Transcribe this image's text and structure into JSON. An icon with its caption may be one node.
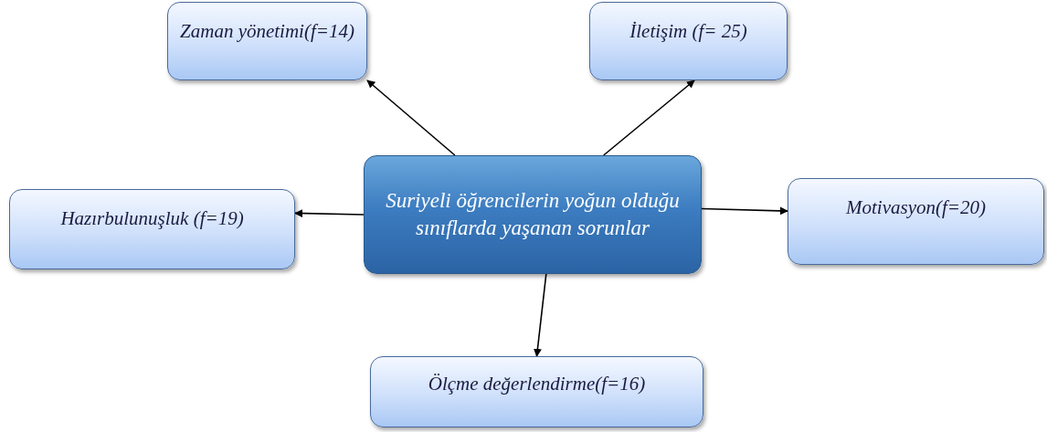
{
  "diagram": {
    "nodes": [
      {
        "text": [
          "Suriyeli öğrencilerin yoğun olduğu sınıflarda yaşanan sorunlar"
        ]
      },
      {
        "text": [
          "Zaman yönetimi(f=14)"
        ]
      },
      {
        "text": [
          "İletişim (f= 25)"
        ]
      },
      {
        "text": [
          "Hazırbulunuşluk (f=19)"
        ]
      },
      {
        "text": [
          "Motivasyon(f=20)"
        ]
      },
      {
        "text": [
          "Ölçme değerlendirme(f=16)"
        ]
      }
    ],
    "edges": [
      {
        "from": 0,
        "to": 1,
        "arrow": "to"
      },
      {
        "from": 0,
        "to": 2,
        "arrow": "to"
      },
      {
        "from": 0,
        "to": 3,
        "arrow": "to"
      },
      {
        "from": 0,
        "to": 4,
        "arrow": "to"
      },
      {
        "from": 0,
        "to": 5,
        "arrow": "to"
      }
    ]
  }
}
